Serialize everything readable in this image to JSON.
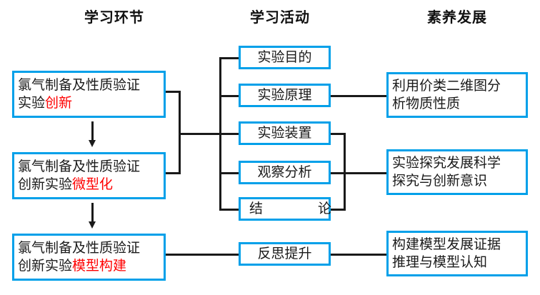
{
  "headers": [
    {
      "label": "学习环节"
    },
    {
      "label": "学习活动"
    },
    {
      "label": "素养发展"
    }
  ],
  "stages": [
    {
      "line1": "氯气制备及性质验证",
      "line2_black": "实验",
      "line2_red": "创新"
    },
    {
      "line1": "氯气制备及性质验证",
      "line2_black": "创新实验",
      "line2_red": "微型化"
    },
    {
      "line1": "氯气制备及性质验证",
      "line2_black": "创新实验",
      "line2_red": "模型构建"
    }
  ],
  "activities": [
    {
      "label": "实验目的"
    },
    {
      "label": "实验原理"
    },
    {
      "label": "实验装置"
    },
    {
      "label": "观察分析"
    },
    {
      "label": "结　　论"
    },
    {
      "label": "反思提升"
    }
  ],
  "competencies": [
    {
      "line1": "利用价类二维图分",
      "line2": "析物质性质"
    },
    {
      "line1": "实验探究发展科学",
      "line2": "探究与创新意识"
    },
    {
      "line1": "构建模型发展证据",
      "line2": "推理与模型认知"
    }
  ],
  "colors": {
    "box_border": "#00a0e9",
    "connector": "#1a1a1a",
    "accent_text": "#ff0000",
    "body_text": "#1a1a1a",
    "background": "#ffffff"
  }
}
